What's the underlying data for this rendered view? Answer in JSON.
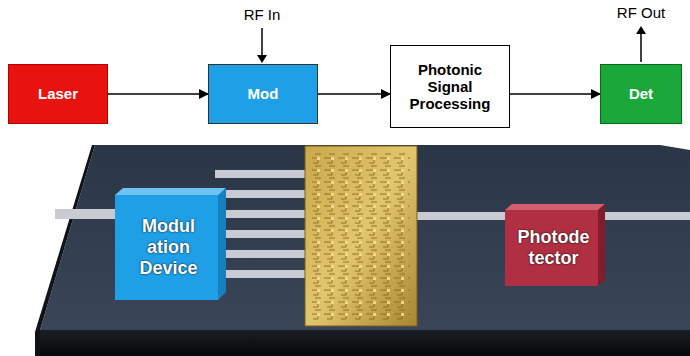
{
  "diagram": {
    "nodes": [
      {
        "text": [
          "Laser"
        ]
      },
      {
        "text": [
          "Mod"
        ]
      },
      {
        "text": [
          "Photonic Signal Processing"
        ]
      },
      {
        "text": [
          "Det"
        ]
      },
      {
        "text": [
          "Modul ation Device"
        ]
      },
      {
        "text": [
          "Photode tector"
        ]
      }
    ],
    "edges": [
      {
        "from": 0,
        "to": 1,
        "arrow": "to"
      },
      {
        "from": 1,
        "to": 2,
        "arrow": "to"
      },
      {
        "from": 2,
        "to": 3,
        "arrow": "to"
      }
    ],
    "labels": [
      "RF In",
      "RF Out"
    ]
  }
}
